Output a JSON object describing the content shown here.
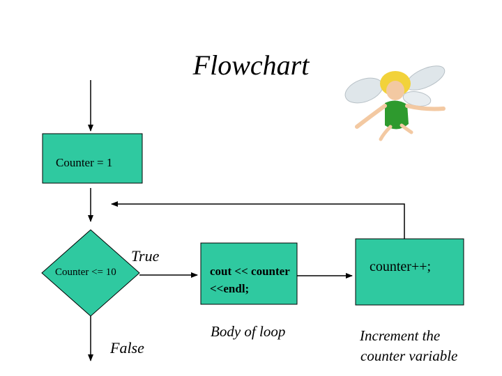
{
  "title": "Flowchart",
  "init_box": {
    "label": "Counter = 1"
  },
  "decision": {
    "label": "Counter <= 10"
  },
  "true_label": "True",
  "false_label": "False",
  "body_box": {
    "line1": "cout << counter",
    "line2": "<<endl;"
  },
  "body_caption": "Body of loop",
  "increment_box": {
    "label": "counter++;"
  },
  "increment_caption": {
    "line1": "Increment the",
    "line2": "counter variable"
  },
  "colors": {
    "box_fill": "#2fc9a0",
    "stroke": "#000000",
    "fairy_hair": "#f2d23a",
    "fairy_dress": "#2e9a2e"
  }
}
